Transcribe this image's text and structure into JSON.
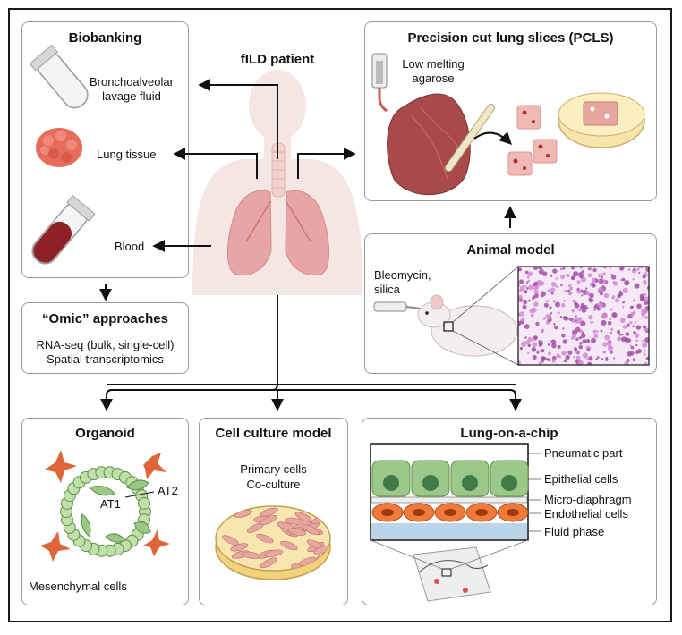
{
  "center": {
    "title": "fILD patient"
  },
  "biobanking": {
    "title": "Biobanking",
    "bal_line1": "Bronchoalveolar",
    "bal_line2": "lavage fluid",
    "lung_tissue": "Lung tissue",
    "blood": "Blood"
  },
  "omic": {
    "title": "“Omic” approaches",
    "line1": "RNA-seq (bulk, single-cell)",
    "line2": "Spatial transcriptomics"
  },
  "pcls": {
    "title": "Precision cut lung slices (PCLS)",
    "agarose_line1": "Low melting",
    "agarose_line2": "agarose"
  },
  "animal": {
    "title": "Animal model",
    "drug_line1": "Bleomycin,",
    "drug_line2": "silica"
  },
  "organoid": {
    "title": "Organoid",
    "at1": "AT1",
    "at2": "AT2",
    "mesenchymal": "Mesenchymal cells"
  },
  "cell_culture": {
    "title": "Cell culture model",
    "line1": "Primary cells",
    "line2": "Co-culture"
  },
  "chip": {
    "title": "Lung-on-a-chip",
    "pneumatic": "Pneumatic part",
    "epithelial": "Epithelial cells",
    "diaphragm": "Micro-diaphragm",
    "endothelial": "Endothelial cells",
    "fluid": "Fluid phase"
  },
  "colors": {
    "body_silhouette": "#f3e3de",
    "lung": "#e7a3a3",
    "epithelial": "#9cc98a",
    "endothelial": "#f07a3a",
    "fluid": "#b9d3ea",
    "histology": "#b06ab0",
    "organoid_ring": "#bfe0a8",
    "fibroblast": "#e0663a",
    "agar": "#f7e0a0"
  }
}
